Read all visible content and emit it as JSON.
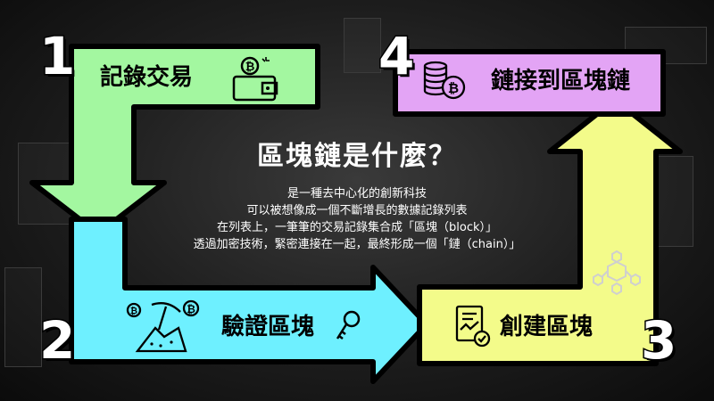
{
  "title": "區塊鏈是什麼？",
  "description": [
    "是一種去中心化的創新科技",
    "可以被想像成一個不斷增長的數據記錄列表",
    "在列表上，一筆筆的交易記錄集合成「區塊（block）」",
    "透過加密技術，緊密連接在一起，最終形成一個「鏈（chain）」"
  ],
  "steps": [
    {
      "number": "1",
      "label": "記錄交易",
      "color": "#a3f7a0",
      "icon": "wallet-bitcoin-icon"
    },
    {
      "number": "2",
      "label": "驗證區塊",
      "color": "#6ef0ff",
      "icon": "mining-pickaxe-icon",
      "extra_icon": "key-icon"
    },
    {
      "number": "3",
      "label": "創建區塊",
      "color": "#f3fb8a",
      "icon": "document-chart-icon",
      "extra_icon": "block-network-icon"
    },
    {
      "number": "4",
      "label": "鏈接到區塊鏈",
      "color": "#e3a4f5",
      "icon": "coin-stack-icon"
    }
  ]
}
